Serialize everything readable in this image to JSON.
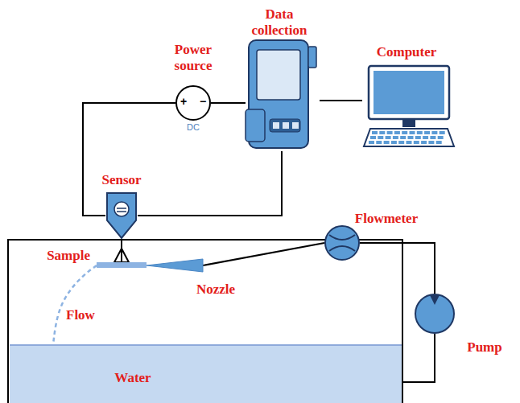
{
  "diagram": {
    "nodes": [
      {
        "text": [
          "Power source",
          "+",
          "−",
          "DC"
        ]
      },
      {
        "text": [
          "Data collection"
        ]
      },
      {
        "text": [
          "Computer"
        ]
      },
      {
        "text": [
          "Sensor"
        ]
      },
      {
        "text": [
          "Sample"
        ]
      },
      {
        "text": [
          "Nozzle"
        ]
      },
      {
        "text": [
          "Water"
        ]
      },
      {
        "text": [
          "Flowmeter"
        ]
      },
      {
        "text": [
          "Pump"
        ]
      }
    ],
    "edges": [
      {
        "from": 0,
        "to": 1,
        "arrow": "none"
      },
      {
        "from": 0,
        "to": 3,
        "arrow": "none"
      },
      {
        "from": 3,
        "to": 1,
        "arrow": "none"
      },
      {
        "from": 1,
        "to": 2,
        "arrow": "none"
      },
      {
        "from": 3,
        "to": 4,
        "arrow": "none"
      },
      {
        "from": 5,
        "to": 7,
        "arrow": "none"
      },
      {
        "from": 7,
        "to": 8,
        "arrow": "none"
      },
      {
        "from": 8,
        "to": 6,
        "arrow": "none"
      },
      {
        "from": 4,
        "to": 6,
        "label": "Flow",
        "arrow": "none"
      }
    ]
  }
}
